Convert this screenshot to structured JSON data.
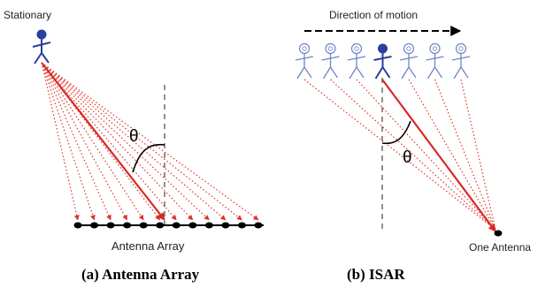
{
  "panel_a": {
    "stationary_label": "Stationary",
    "theta_label": "θ",
    "array_label": "Antenna Array",
    "caption": "(a) Antenna Array",
    "antenna_count": 12
  },
  "panel_b": {
    "motion_label": "Direction of motion",
    "theta_label": "θ",
    "antenna_label": "One Antenna",
    "caption": "(b) ISAR",
    "person_positions": 7
  },
  "colors": {
    "person": "#2a3f9e",
    "person_ghost": "#6f86c6",
    "ray": "#e0342a",
    "main_ray": "#d82a22",
    "antenna": "#000000",
    "dashed_line": "#555555"
  },
  "icons": {
    "person": "stick-figure-icon",
    "antenna": "antenna-dot-icon",
    "motion_arrow": "arrow-right-icon"
  }
}
